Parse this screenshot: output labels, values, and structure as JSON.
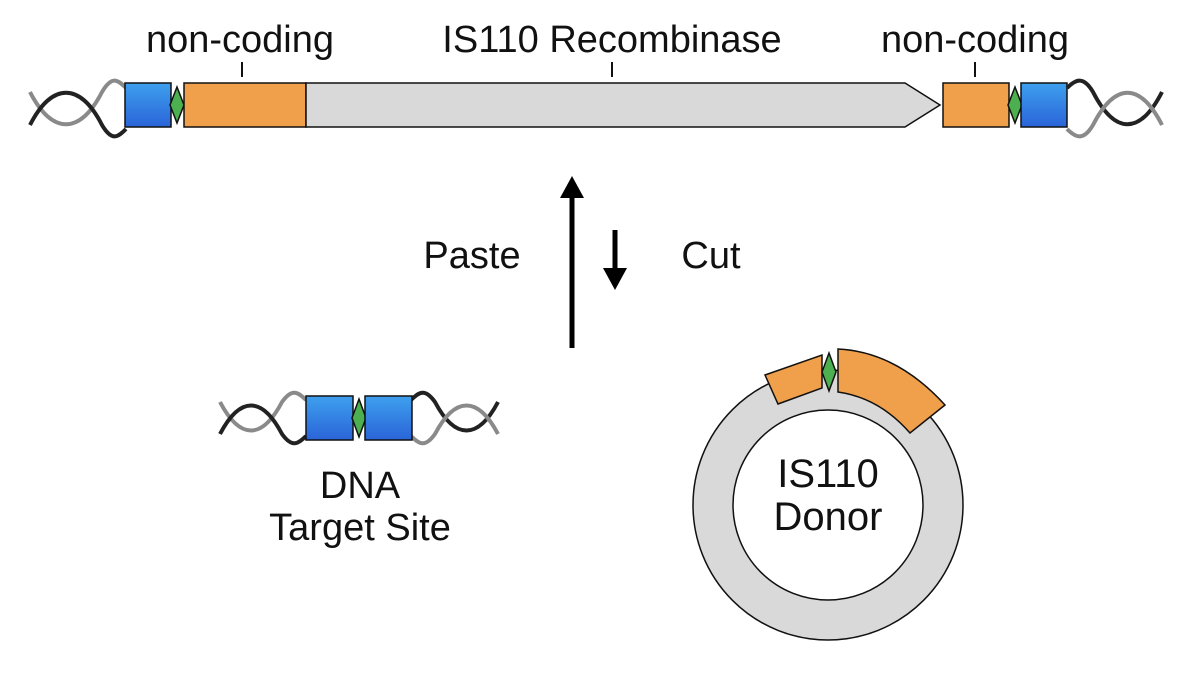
{
  "labels": {
    "noncoding_left": "non-coding",
    "recombinase": "IS110 Recombinase",
    "noncoding_right": "non-coding",
    "paste": "Paste",
    "cut": "Cut",
    "target_line1": "DNA",
    "target_line2": "Target Site",
    "donor_line1": "IS110",
    "donor_line2": "Donor"
  },
  "colors": {
    "blue": "#2f8ae6",
    "orange": "#f0a04b",
    "gray": "#d9d9d9",
    "green": "#4caf50",
    "strand_dark": "#222222",
    "strand_light": "#8a8a8a",
    "outline": "#111111"
  }
}
